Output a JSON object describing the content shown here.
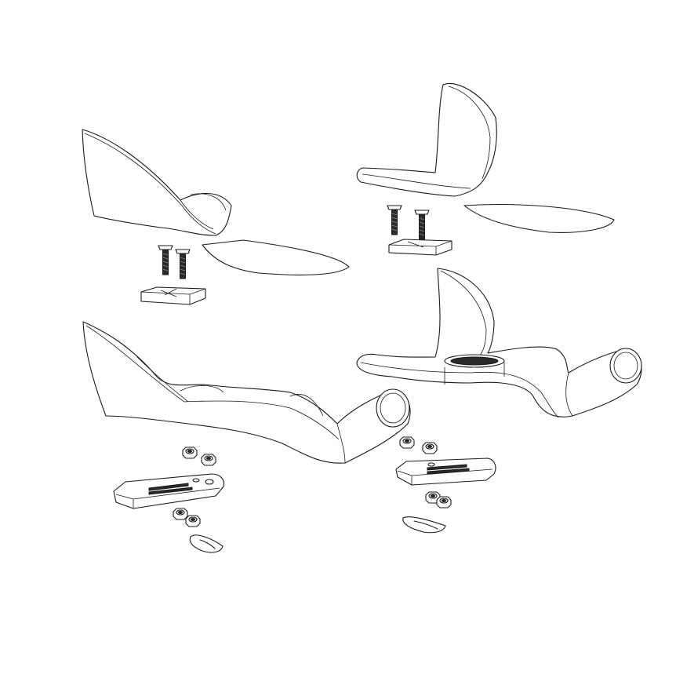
{
  "diagram": {
    "type": "exploded-view line drawing",
    "colors": {
      "background": "#ffffff",
      "line": "#1a1a1a"
    },
    "assemblies": [
      {
        "id": "armrest-cup-left",
        "parts": [
          "cup",
          "pad",
          "screw",
          "screw",
          "spacer"
        ]
      },
      {
        "id": "armrest-cup-right",
        "parts": [
          "cup",
          "pad",
          "screw",
          "screw",
          "spacer"
        ]
      },
      {
        "id": "extension-left",
        "parts": [
          "armrest-extension",
          "nut",
          "nut",
          "clamp-plate",
          "nut",
          "nut",
          "clip"
        ]
      },
      {
        "id": "extension-right",
        "parts": [
          "armrest-extension",
          "nut",
          "nut",
          "clamp-plate",
          "nut",
          "nut",
          "clip"
        ]
      }
    ]
  }
}
